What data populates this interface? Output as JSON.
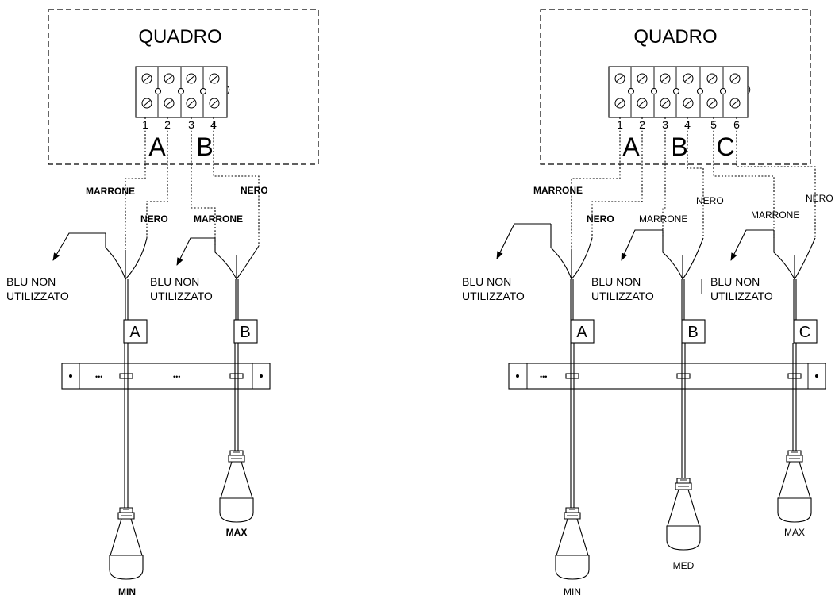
{
  "left": {
    "panel_title": "QUADRO",
    "terminal_numbers": [
      "1",
      "2",
      "3",
      "4"
    ],
    "circuit_letters": [
      "A",
      "B"
    ],
    "wire_labels": {
      "a_marrone": "MARRONE",
      "a_nero": "NERO",
      "b_marrone": "MARRONE",
      "b_nero": "NERO"
    },
    "unused_labels": [
      {
        "line1": "BLU NON",
        "line2": "UTILIZZATO"
      },
      {
        "line1": "BLU NON",
        "line2": "UTILIZZATO"
      }
    ],
    "tags": [
      "A",
      "B"
    ],
    "bracket_dots": [
      "•••",
      "•••"
    ],
    "float_labels": {
      "min": "MIN",
      "max": "MAX"
    }
  },
  "right": {
    "panel_title": "QUADRO",
    "terminal_numbers": [
      "1",
      "2",
      "3",
      "4",
      "5",
      "6"
    ],
    "circuit_letters": [
      "A",
      "B",
      "C"
    ],
    "wire_labels": {
      "a_marrone": "MARRONE",
      "a_nero": "NERO",
      "b_marrone": "MARRONE",
      "b_nero": "NERO",
      "c_marrone": "MARRONE",
      "c_nero": "NERO"
    },
    "unused_labels": [
      {
        "line1": "BLU NON",
        "line2": "UTILIZZATO"
      },
      {
        "line1": "BLU NON",
        "line2": "UTILIZZATO"
      },
      {
        "line1": "BLU NON",
        "line2": "UTILIZZATO"
      }
    ],
    "tags": [
      "A",
      "B",
      "C"
    ],
    "bracket_dots": [
      "•••"
    ],
    "float_labels": {
      "min": "MIN",
      "med": "MED",
      "max": "MAX"
    }
  }
}
